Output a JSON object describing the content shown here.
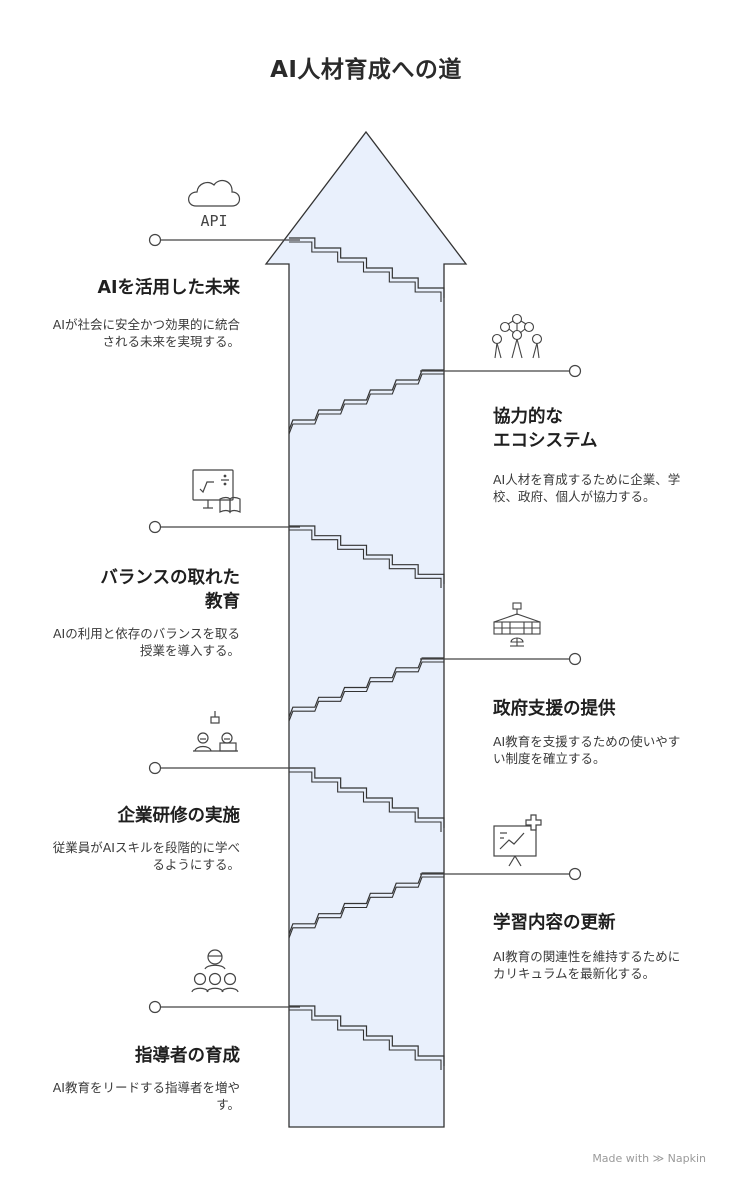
{
  "title": "AI人材育成への道",
  "steps": [
    {
      "title": "AIを活用した未来",
      "description": "AIが社会に安全かつ効果的に統合される未来を実現する。",
      "icon": "cloud-api-icon",
      "icon_text": "API"
    },
    {
      "title": "協力的な\nエコシステム",
      "description": "AI人材を育成するために企業、学校、政府、個人が協力する。",
      "icon": "network-icon"
    },
    {
      "title": "バランスの取れた\n教育",
      "description": "AIの利用と依存のバランスを取る授業を導入する。",
      "icon": "math-book-icon"
    },
    {
      "title": "政府支援の提供",
      "description": "AI教育を支援するための使いやすい制度を確立する。",
      "icon": "government-building-icon"
    },
    {
      "title": "企業研修の実施",
      "description": "従業員がAIスキルを段階的に学べるようにする。",
      "icon": "training-session-icon"
    },
    {
      "title": "学習内容の更新",
      "description": "AI教育の関連性を維持するためにカリキュラムを最新化する。",
      "icon": "presentation-chart-icon"
    },
    {
      "title": "指導者の育成",
      "description": "AI教育をリードする指導者を増やす。",
      "icon": "mentor-group-icon"
    }
  ],
  "footer": "Made with ≫ Napkin",
  "colors": {
    "arrow_fill": "#e9f0fc",
    "stroke": "#333333",
    "connector": "#444444"
  }
}
